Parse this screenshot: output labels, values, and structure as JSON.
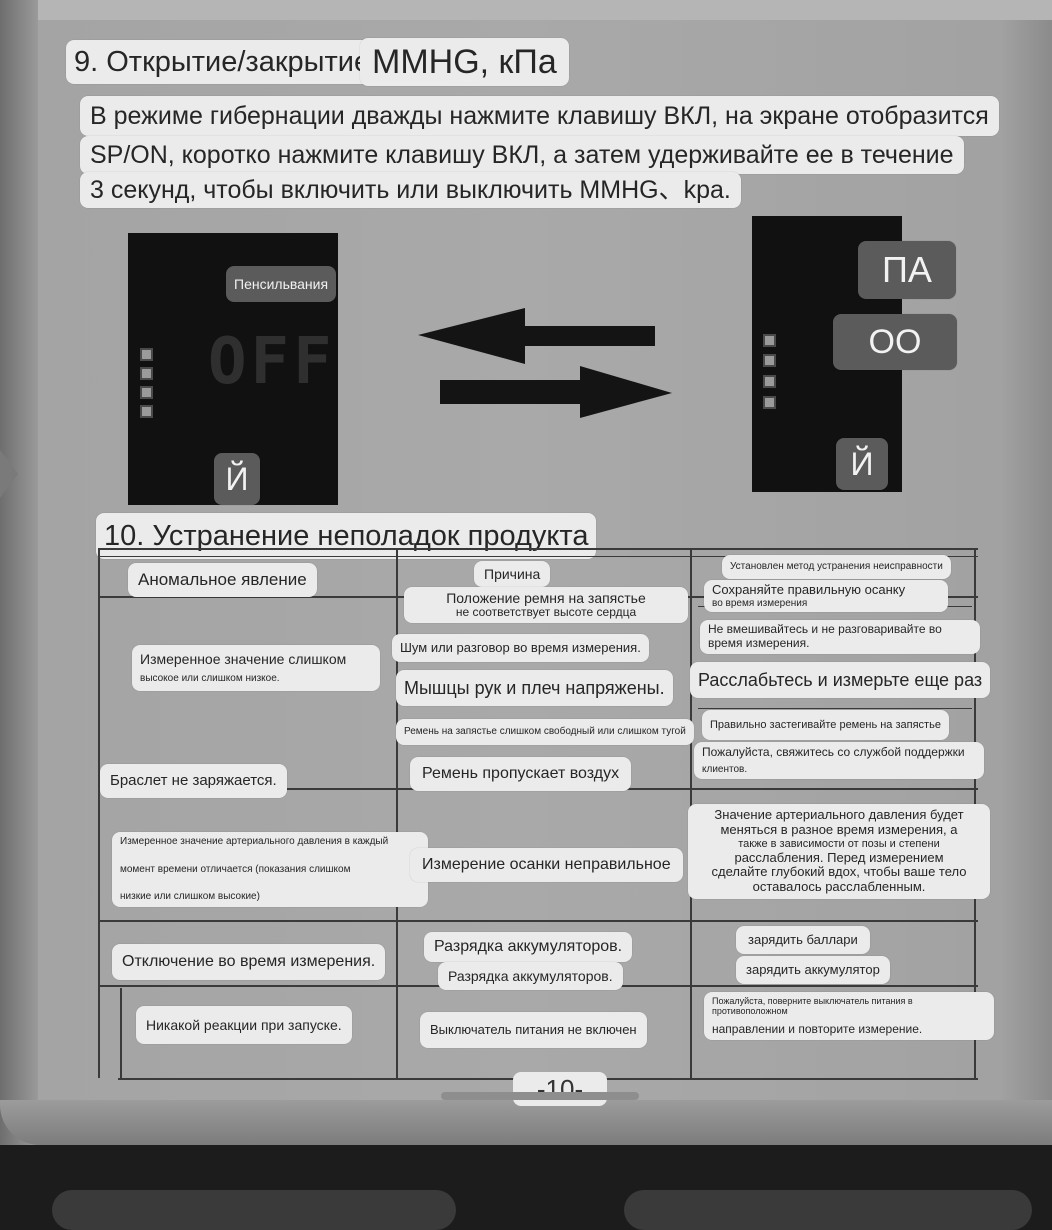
{
  "section9": {
    "heading": "9. Открытие/закрытие",
    "heading_tail": "MMHG, кПа",
    "line1": "В режиме гибернации дважды нажмите клавишу ВКЛ, на экране отобразится",
    "line2": "SP/ON, коротко нажмите клавишу ВКЛ, а затем удерживайте ее в течение",
    "line3": "3 секунд, чтобы включить или выключить MMHG、kpa."
  },
  "left_device": {
    "label": "Пенсильвания",
    "display": "OFF",
    "bottom": "Й"
  },
  "right_device": {
    "top1": "ПА",
    "top2": "ОО",
    "bottom": "Й"
  },
  "section10": {
    "heading": "10. Устранение неполадок продукта"
  },
  "table": {
    "headers": {
      "phenomenon": "Аномальное явление",
      "cause": "Причина",
      "method": "Установлен метод устранения неисправности"
    },
    "r1": {
      "phen_line1": "Измеренное значение слишком",
      "phen_line2": "высокое или слишком низкое.",
      "cause1_line1": "Положение ремня на запястье",
      "cause1_line2": "не соответствует высоте сердца",
      "fix1_line1": "Сохраняйте правильную осанку",
      "fix1_line2": "во время измерения",
      "cause2": "Шум или разговор во время измерения.",
      "fix2_line1": "Не вмешивайтесь и не разговаривайте во",
      "fix2_line2": "время измерения.",
      "cause3": "Мышцы рук и плеч напряжены.",
      "fix3": "Расслабьтесь и измерьте еще раз",
      "cause4": "Ремень на запястье слишком свободный или слишком тугой",
      "fix4": "Правильно застегивайте ремень на запястье"
    },
    "r2": {
      "phen": "Браслет не заряжается.",
      "cause": "Ремень пропускает воздух",
      "fix_line1": "Пожалуйста, свяжитесь со службой поддержки",
      "fix_line2": "клиентов."
    },
    "r3": {
      "phen_line1": "Измеренное значение артериального давления в каждый",
      "phen_line2": "момент времени отличается (показания слишком",
      "phen_line3": "низкие или слишком высокие)",
      "cause": "Измерение осанки неправильное",
      "fix_line1": "Значение артериального давления будет",
      "fix_line2": "меняться в разное время измерения, а",
      "fix_line3": "также в зависимости от позы и степени",
      "fix_line4": "расслабления. Перед измерением",
      "fix_line5": "сделайте глубокий вдох, чтобы ваше тело",
      "fix_line6": "оставалось расслабленным."
    },
    "r4": {
      "phen": "Отключение во время измерения.",
      "cause1": "Разрядка аккумуляторов.",
      "cause2": "Разрядка аккумуляторов.",
      "fix1": "зарядить баллари",
      "fix2": "зарядить аккумулятор"
    },
    "r5": {
      "phen": "Никакой реакции при запуске.",
      "cause": "Выключатель питания не включен",
      "fix_line1": "Пожалуйста, поверните выключатель питания в противоположном",
      "fix_line2": "направлении и повторите измерение."
    }
  },
  "page_number": "-10-",
  "colors": {
    "paper": "#a6a6a6",
    "overlay_light": "#ebebeb",
    "overlay_dark": "#5b5b5b",
    "screen": "#111111"
  }
}
